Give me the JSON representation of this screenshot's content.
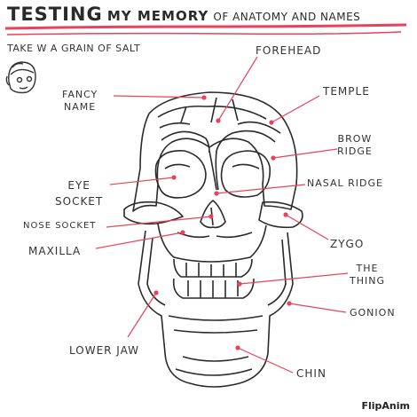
{
  "title": {
    "part1": "TESTING",
    "part2": "MY MEMORY",
    "part3": "OF ANATOMY AND NAMES"
  },
  "subtitle": "TAKE W A GRAIN OF SALT",
  "labels": {
    "forehead": "FOREHEAD",
    "fancy_name_1": "FANCY",
    "fancy_name_2": "NAME",
    "temple": "TEMPLE",
    "brow_ridge_1": "BROW",
    "brow_ridge_2": "RIDGE",
    "eye_socket_1": "EYE",
    "eye_socket_2": "SOCKET",
    "nasal_ridge": "NASAL RIDGE",
    "nose_socket": "NOSE SOCKET",
    "maxilla": "MAXILLA",
    "zygo": "ZYGO",
    "the_thing_1": "THE",
    "the_thing_2": "THING",
    "gonion": "GONION",
    "lower_jaw": "LOWER JAW",
    "chin": "CHIN"
  },
  "watermark": "FlipAnim",
  "colors": {
    "ink": "#2a2a2a",
    "pointer": "#e8435a",
    "underline": "#e8435a"
  },
  "icons": {
    "face_doodle": "face-doodle-icon"
  }
}
